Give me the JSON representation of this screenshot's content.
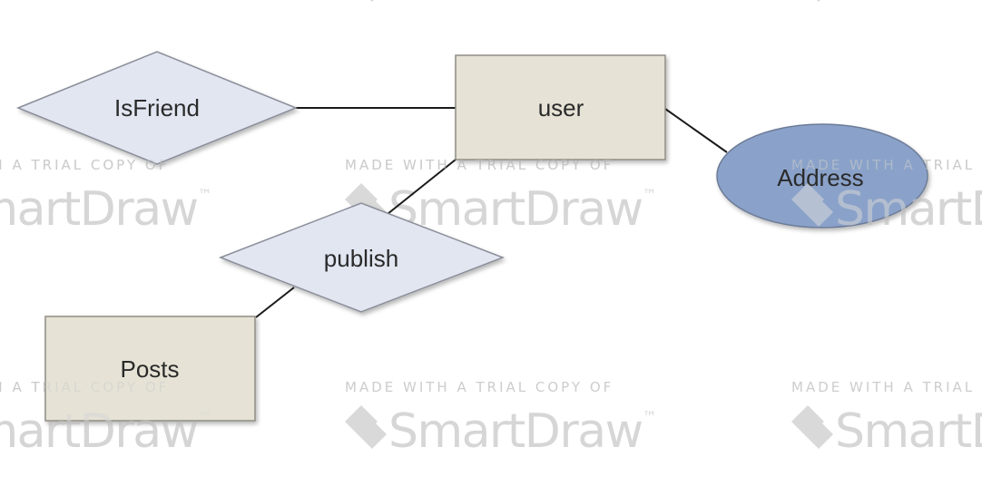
{
  "diagram": {
    "entities": [
      {
        "id": "user",
        "label": "user",
        "shape": "rectangle",
        "fill": "#e6e3d6"
      },
      {
        "id": "posts",
        "label": "Posts",
        "shape": "rectangle",
        "fill": "#e6e3d6"
      }
    ],
    "relationships": [
      {
        "id": "isfriend",
        "label": "IsFriend",
        "shape": "diamond",
        "fill": "#e1e6f1"
      },
      {
        "id": "publish",
        "label": "publish",
        "shape": "diamond",
        "fill": "#e1e6f1"
      }
    ],
    "attributes": [
      {
        "id": "address",
        "label": "Address",
        "shape": "ellipse",
        "fill": "#8aa2c9"
      }
    ],
    "edges": [
      {
        "from": "isfriend",
        "to": "user"
      },
      {
        "from": "user",
        "to": "address"
      },
      {
        "from": "user",
        "to": "publish"
      },
      {
        "from": "publish",
        "to": "posts"
      }
    ]
  },
  "watermark": {
    "caption": "MADE WITH A TRIAL COPY OF",
    "brand": "SmartDraw",
    "trademark": "™"
  }
}
